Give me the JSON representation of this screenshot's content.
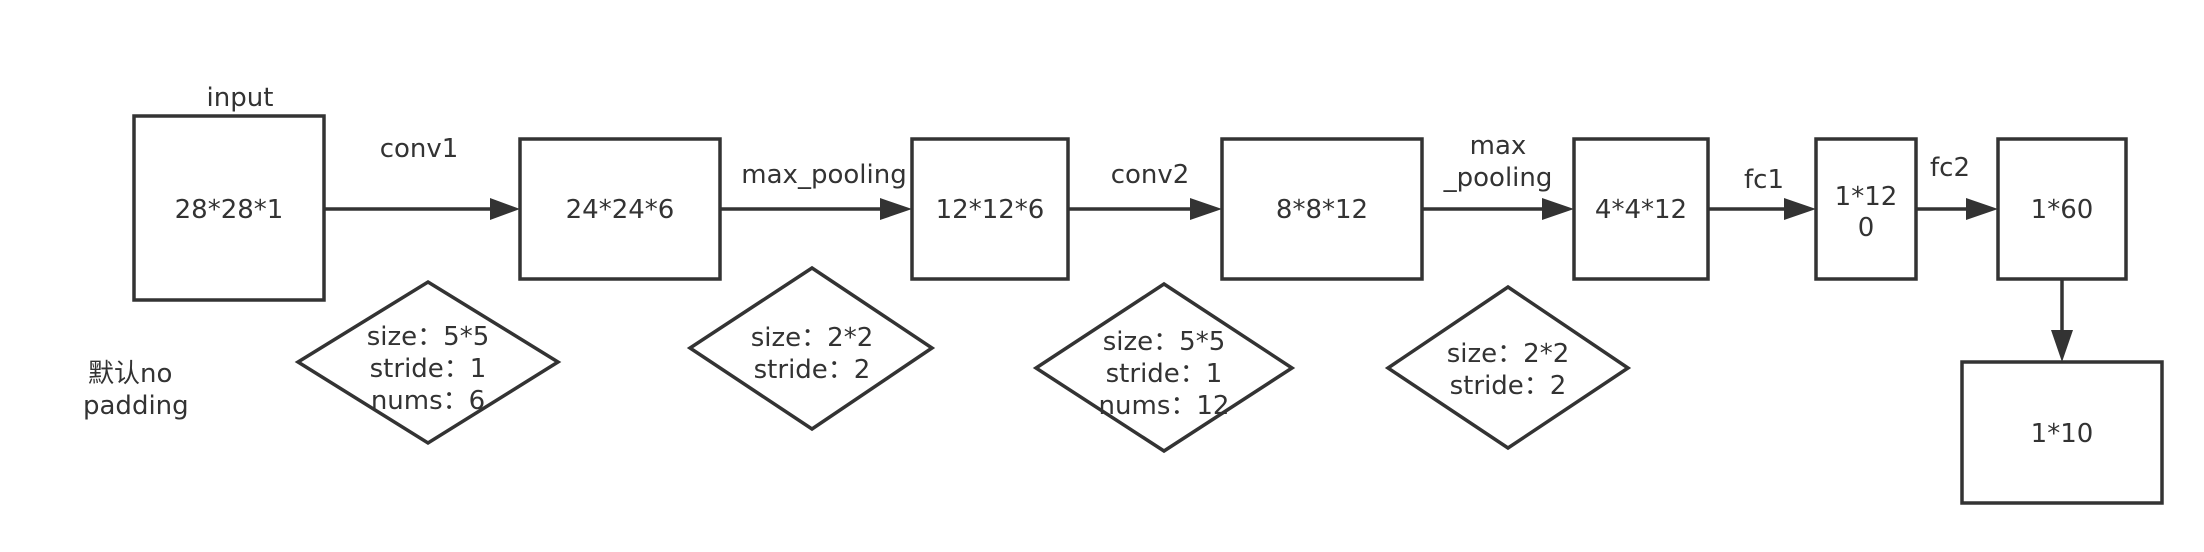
{
  "nodes": {
    "input": "28*28*1",
    "conv1_out": "24*24*6",
    "pool1_out": "12*12*6",
    "conv2_out": "8*8*12",
    "pool2_out": "4*4*12",
    "fc1_out": [
      "1*12",
      "0"
    ],
    "fc2_out": "1*60",
    "output": "1*10"
  },
  "edge_labels": {
    "input_caption": "input",
    "conv1": "conv1",
    "max_pooling_1": "max_pooling",
    "conv2": "conv2",
    "max_pooling_2": [
      "max",
      "_pooling"
    ],
    "fc1": "fc1",
    "fc2": "fc2"
  },
  "params": {
    "conv1": [
      "size：5*5",
      "stride：1",
      "nums：6"
    ],
    "pool1": [
      "size：2*2",
      "stride：2"
    ],
    "conv2": [
      "size：5*5",
      "stride：1",
      "nums：12"
    ],
    "pool2": [
      "size：2*2",
      "stride：2"
    ]
  },
  "note": [
    "默认no",
    "padding"
  ]
}
